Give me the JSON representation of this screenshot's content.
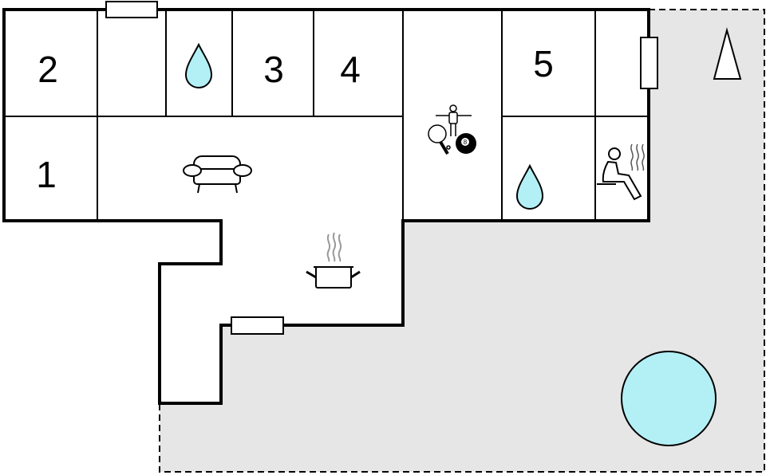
{
  "floor_plan": {
    "rooms": [
      {
        "id": "bedroom-1",
        "label": "1"
      },
      {
        "id": "bedroom-2",
        "label": "2"
      },
      {
        "id": "bedroom-3",
        "label": "3"
      },
      {
        "id": "bedroom-4",
        "label": "4"
      },
      {
        "id": "bedroom-5",
        "label": "5"
      }
    ],
    "icons": {
      "bathroom": "water-drop-icon",
      "living_room": "sofa-icon",
      "kitchen": "cooking-pot-icon",
      "game_room": "table-tennis-foosball-billiards-icon",
      "billiard_ball": "8",
      "sauna": "sauna-icon",
      "pool": "swimming-pool",
      "north": "north-arrow-icon"
    },
    "colors": {
      "walls": "#000000",
      "terrace": "#e6e6e6",
      "water": "#b3f0f6"
    }
  }
}
